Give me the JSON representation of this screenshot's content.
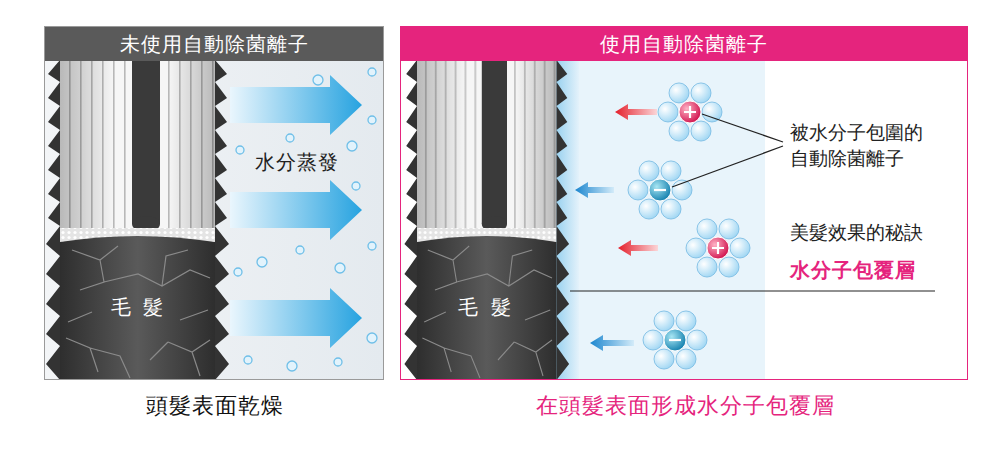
{
  "diagram": {
    "nodes": [
      {
        "text": [
          "未使用自動除菌離子",
          "頭髮表面乾燥"
        ]
      },
      {
        "text": [
          "毛 髮"
        ],
        "in": 0
      },
      {
        "text": [
          "使用自動除菌離子",
          "在頭髮表面形成水分子包覆層"
        ]
      },
      {
        "text": [
          "毛 髮"
        ],
        "in": 2
      }
    ],
    "labels": [
      "水分蒸發",
      "被水分子包圍的 自動除菌離子",
      "美髮效果的秘訣",
      "水分子包覆層"
    ]
  }
}
